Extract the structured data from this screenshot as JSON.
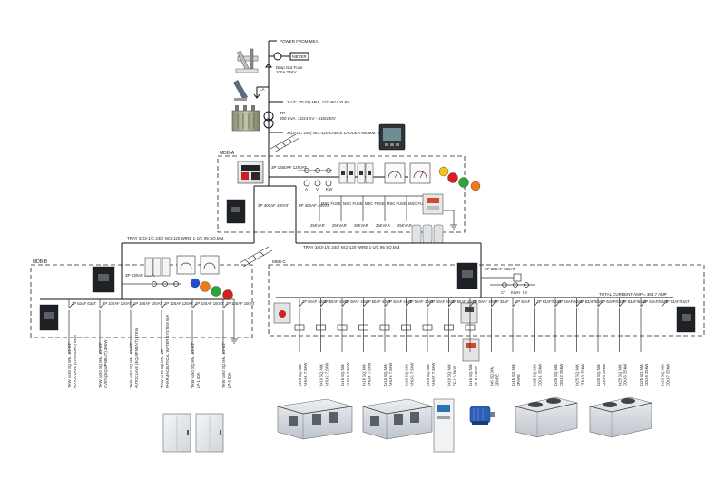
{
  "supply": {
    "power_from_mea": "POWER FROM MEA",
    "meter": "METER",
    "drop_out_fuse": "Drop Out Fuse",
    "drop_out_fuse_rating": "100A 24KV",
    "la_label": "LA",
    "la_detail": "3-1/C, 70 SQ.MM., 12/24KV, XLPE",
    "tr_label": "TR",
    "tr_detail": "800 KVA, 12/24 KV - 416/240V",
    "cable_ladder": "2x(3-1/C 240) NCI-120 CABLE LADDER 600MM. WIDTH"
  },
  "mdb": {
    "title": "MDB-A",
    "main_breaker": "3P 1250AF 1250AT",
    "left_feeder": "3P 400AF 400AT",
    "right_feeder": "3P 400AF 400AT",
    "meters": [
      "A",
      "V",
      "KW"
    ],
    "capacitor_steps": [
      "MSC FUSE",
      "MSC FUSE",
      "MSC FUSE",
      "MSC FUSE",
      "MSC FUSE"
    ],
    "capacitor_ratings": [
      "25KVAR",
      "25KVAR",
      "25KVAR",
      "25KVAR",
      "25KVAR"
    ]
  },
  "feeders": {
    "left_tray": "TRAY 3x(3-1/C 240) NCI-120 WIRE 1-1/C 95 SQ.MM.",
    "right_tray": "TRAY 3x(3-1/C 240) NCI-120 WIRE 1-1/C 95 SQ.MM."
  },
  "mdb_b": {
    "title": "MDB-B",
    "main_breaker": "3P 630AF 400AT",
    "branches": [
      {
        "breaker": "3P 63AF 63AT",
        "cable": "THW 4x35 SQ.MM. ø1-1/4\"",
        "load": "AUTOCLAVE (LAUNDRY) 5KW"
      },
      {
        "breaker": "3P 100AF 100AT",
        "cable": "THW 4x50 SQ.MM. ø1-1/2\"",
        "load": "OVEN (EQUIPMENT) 30KW"
      },
      {
        "breaker": "3P 100AF 100AT",
        "cable": "THW 4x50 SQ.MM. ø1-1/2\"",
        "load": "AUTOCLAVE (EQUIPMENT) 47KW"
      },
      {
        "breaker": "3P 125AF 125AT",
        "cable": "THW 4x70 SQ.MM. ø2\"",
        "load": "PHARMACEUTICAL WATER SYSTEM 60A"
      },
      {
        "breaker": "3P 100AF 100AT",
        "cable": "THW 4x50 SQ.MM. ø1-1/2\"",
        "load": "LP-1 50A"
      },
      {
        "breaker": "3P 100AF 100AT",
        "cable": "THW 4x50 SQ.MM. ø1-1/2\"",
        "load": "LP-2 50A"
      }
    ]
  },
  "mdb_c": {
    "title": "MDB-C",
    "main_breaker": "3P 800AF 630AT",
    "metering": [
      "CT",
      "KWH",
      "Hz"
    ],
    "total_label": "TOTAL CURRENT AMP = 363.7 AMP",
    "branches": [
      {
        "breaker": "3P 50AF 40AT",
        "cable": "4x16 SQ.MM.",
        "load": "AHU-1 7.5KW"
      },
      {
        "breaker": "3P 50AF 40AT",
        "cable": "4x16 SQ.MM.",
        "load": "AHU-2 7.5KW"
      },
      {
        "breaker": "3P 50AF 40AT",
        "cable": "4x16 SQ.MM.",
        "load": "AHU-3 7.5KW"
      },
      {
        "breaker": "3P 50AF 40AT",
        "cable": "4x16 SQ.MM.",
        "load": "AHU-4 7.5KW"
      },
      {
        "breaker": "3P 50AF 40AT",
        "cable": "4x16 SQ.MM.",
        "load": "AHU-5 7.5KW"
      },
      {
        "breaker": "3P 50AF 40AT",
        "cable": "4x16 SQ.MM.",
        "load": "AHU-6 7.5KW"
      },
      {
        "breaker": "3P 50AF 40AT",
        "cable": "4x16 SQ.MM.",
        "load": "AHU-7 7.5KW"
      },
      {
        "breaker": "3P 50AF 40AT",
        "cable": "4x16 SQ.MM.",
        "load": "EF-1 5.5KW"
      },
      {
        "breaker": "3P 50AF 40AT",
        "cable": "4x16 SQ.MM.",
        "load": "EF-2 5.5KW"
      },
      {
        "breaker": "3P 32AF",
        "cable": "4x6 SQ.MM.",
        "load": "SPARE"
      },
      {
        "breaker": "3P 50AF",
        "cable": "4x16 SQ.MM.",
        "load": "SPARE"
      },
      {
        "breaker": "3P 63AF/63AT",
        "cable": "4x25 SQ.MM.",
        "load": "CDU-1 25KW"
      },
      {
        "breaker": "3P 63AF/63AT",
        "cable": "4x25 SQ.MM.",
        "load": "CDU-2 25KW"
      },
      {
        "breaker": "3P 63AF/63AT",
        "cable": "4x25 SQ.MM.",
        "load": "CDU-3 25KW"
      },
      {
        "breaker": "3P 63AF/63AT",
        "cable": "4x25 SQ.MM.",
        "load": "CDU-4 25KW"
      },
      {
        "breaker": "3P 63AF/63AT",
        "cable": "4x25 SQ.MM.",
        "load": "CDU-5 25KW"
      },
      {
        "breaker": "3P 63AF/63AT",
        "cable": "4x25 SQ.MM.",
        "load": "CDU-6 25KW"
      },
      {
        "breaker": "3P 63AF/63AT",
        "cable": "4x25 SQ.MM.",
        "load": "CDU-7 25KW"
      }
    ]
  },
  "colors": {
    "line": "#111111",
    "pilot_yellow": "#f2c418",
    "pilot_orange": "#f07a14",
    "pilot_red": "#d81e1e",
    "pilot_green": "#2fa43a",
    "pilot_blue": "#2050d0",
    "panel_grey": "#e8ecef",
    "motor_blue": "#2d5fb8"
  }
}
